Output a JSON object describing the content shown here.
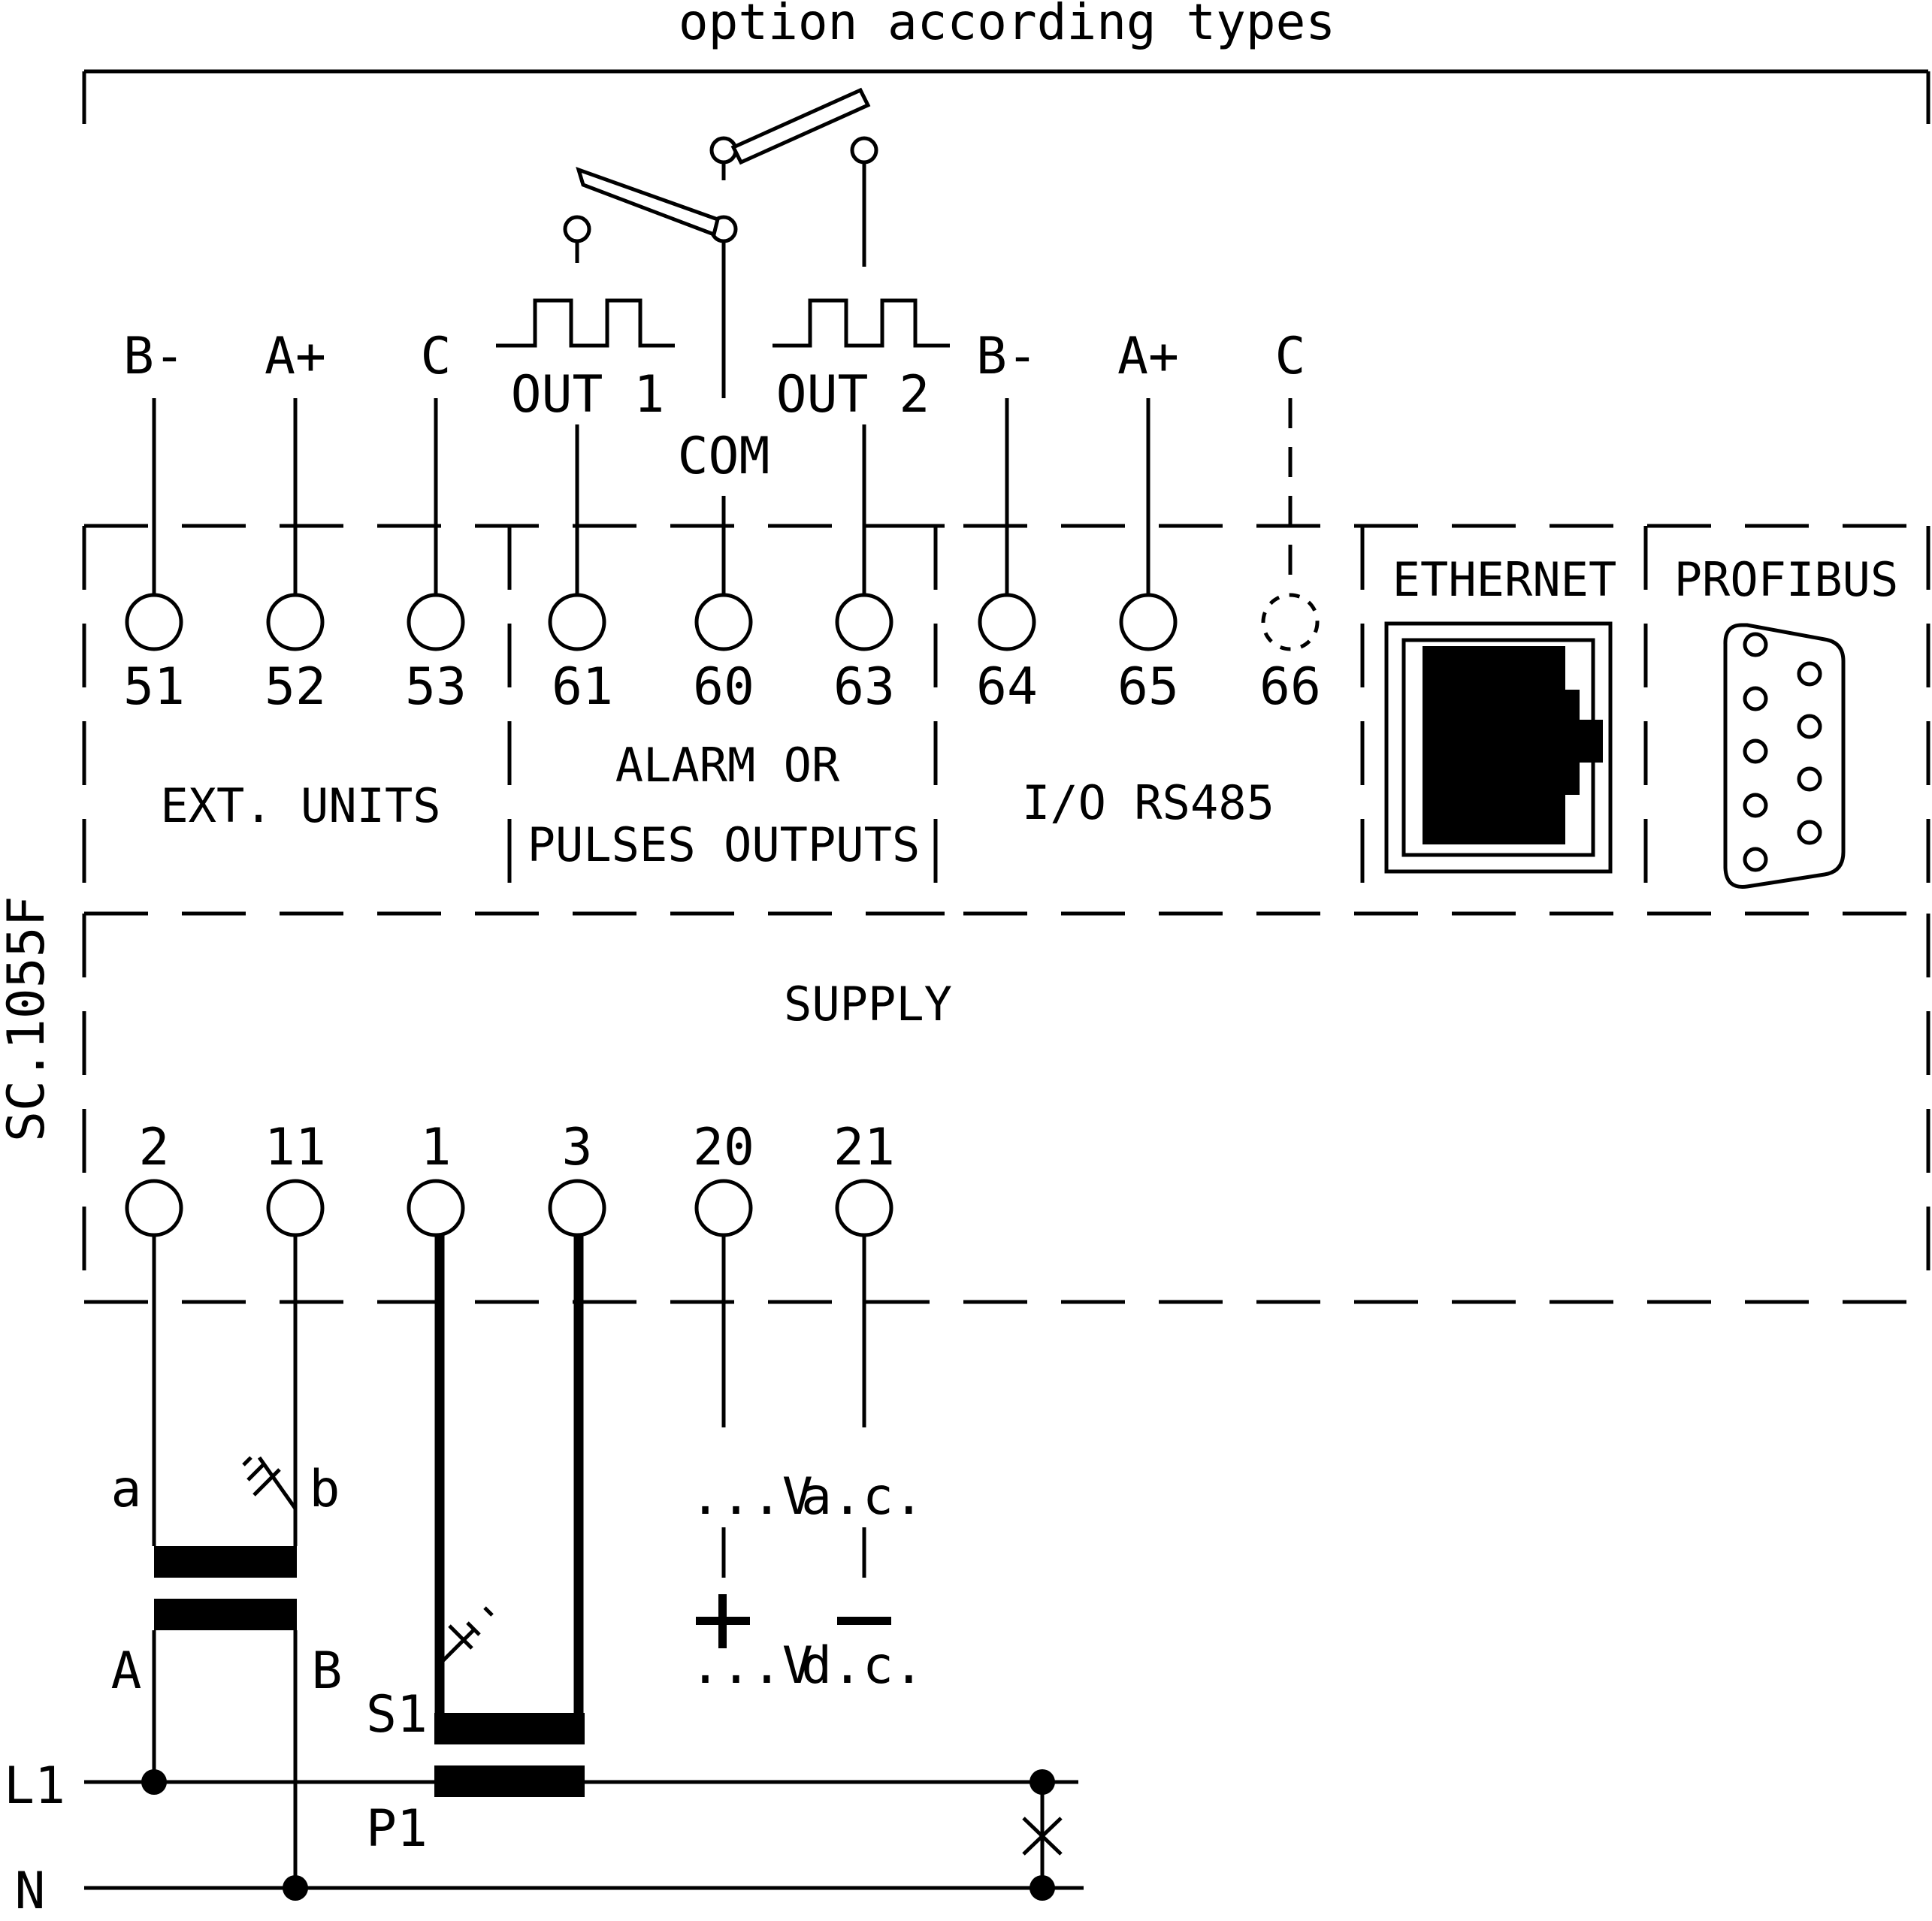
{
  "title": "option according types",
  "drawing_code": "SC.1055F",
  "ext_units": {
    "signals": [
      "B-",
      "A+",
      "C"
    ],
    "terminals": [
      "51",
      "52",
      "53"
    ],
    "caption": "EXT. UNITS"
  },
  "outputs": {
    "out1": "OUT 1",
    "out2": "OUT 2",
    "com": "COM",
    "terminals": [
      "61",
      "60",
      "63"
    ],
    "caption_line1": "ALARM OR",
    "caption_line2": "PULSES OUTPUTS"
  },
  "rs485": {
    "signals": [
      "B-",
      "A+",
      "C"
    ],
    "terminals": [
      "64",
      "65",
      "66"
    ],
    "caption": "I/O RS485"
  },
  "ethernet": "ETHERNET",
  "profibus": "PROFIBUS",
  "supply": {
    "caption": "SUPPLY",
    "terminals": [
      "2",
      "11",
      "1",
      "3",
      "20",
      "21"
    ],
    "ac_left": "...V",
    "ac_right": "a.c.",
    "dc_left": "...V",
    "dc_right": "d.c."
  },
  "wiring": {
    "vt_a": "a",
    "vt_b": "b",
    "vt_A": "A",
    "vt_B": "B",
    "ct_s1": "S1",
    "ct_p1": "P1",
    "line_l1": "L1",
    "line_n": "N"
  }
}
